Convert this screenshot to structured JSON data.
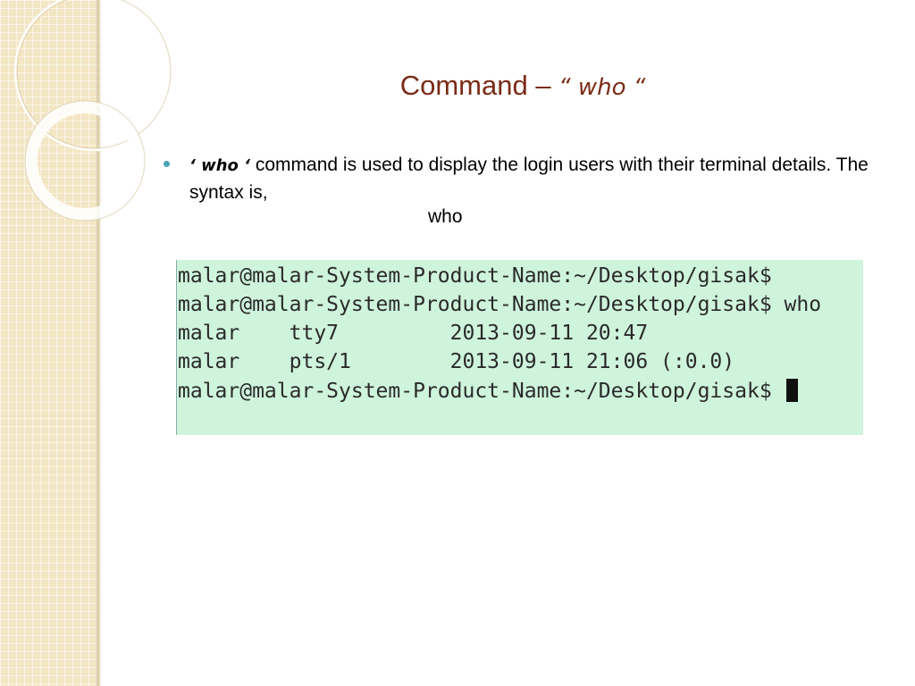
{
  "slide": {
    "title_prefix": "Command – ",
    "title_command": "“ who “",
    "bullet_command": "‘ who ‘",
    "bullet_text": "command is used to display the login users with their terminal details. The syntax is,",
    "syntax": "who"
  },
  "terminal": {
    "lines": [
      "malar@malar-System-Product-Name:~/Desktop/gisak$",
      "malar@malar-System-Product-Name:~/Desktop/gisak$ who",
      "malar    tty7         2013-09-11 20:47",
      "malar    pts/1        2013-09-11 21:06 (:0.0)",
      "malar@malar-System-Product-Name:~/Desktop/gisak$ "
    ]
  },
  "colors": {
    "title": "#7a2b16",
    "bullet": "#4aa3b8",
    "terminal_bg": "#cff4dc",
    "side_panel": "#f3e6c4"
  }
}
